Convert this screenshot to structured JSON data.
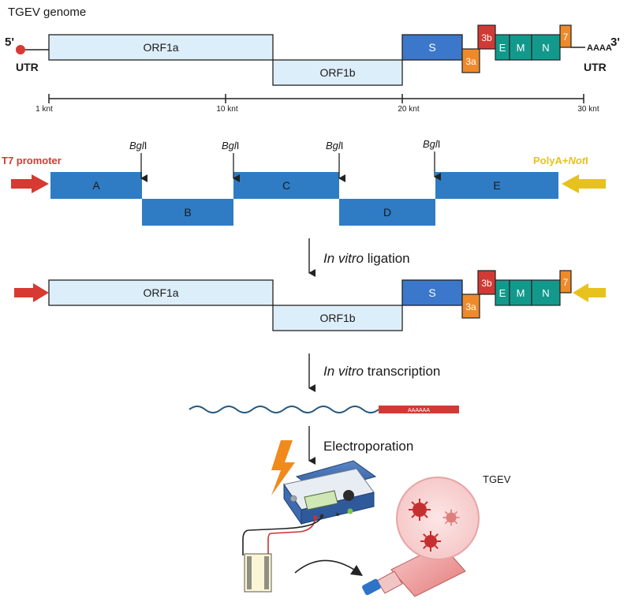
{
  "title": "TGEV genome",
  "ends": {
    "five_prime": "5'",
    "three_prime": "3'",
    "utr": "UTR",
    "polya": "AAAA"
  },
  "genes": {
    "orf1a": "ORF1a",
    "orf1b": "ORF1b",
    "s": "S",
    "g3a": "3a",
    "g3b": "3b",
    "e": "E",
    "m": "M",
    "n": "N",
    "g7": "7"
  },
  "scale": {
    "ticks": [
      "1 knt",
      "10 knt",
      "20 knt",
      "30 knt"
    ]
  },
  "fragments": {
    "t7_promoter": "T7 promoter",
    "polya_prefix": "PolyA+",
    "noti_italic": "Not",
    "noti_suffix": "I",
    "bgli_italic": "Bgl",
    "bgli_suffix": "I",
    "labels": [
      "A",
      "B",
      "C",
      "D",
      "E"
    ]
  },
  "steps": {
    "ligation_italic": "In vitro",
    "ligation_rest": " ligation",
    "transcription_italic": "In vitro",
    "transcription_rest": " transcription",
    "electroporation": "Electroporation"
  },
  "rna_tail": "AAAAAA",
  "virus_label": "TGEV",
  "colors": {
    "orf": "#ddeefb",
    "s": "#3b78cc",
    "g3a": "#ee8a2a",
    "g3b": "#d13a34",
    "emn": "#13998c",
    "g7": "#ee8a2a",
    "fragment": "#2f7cc4",
    "t7": "#d63a33",
    "polya": "#e8c21c",
    "rna": "#23577f"
  }
}
